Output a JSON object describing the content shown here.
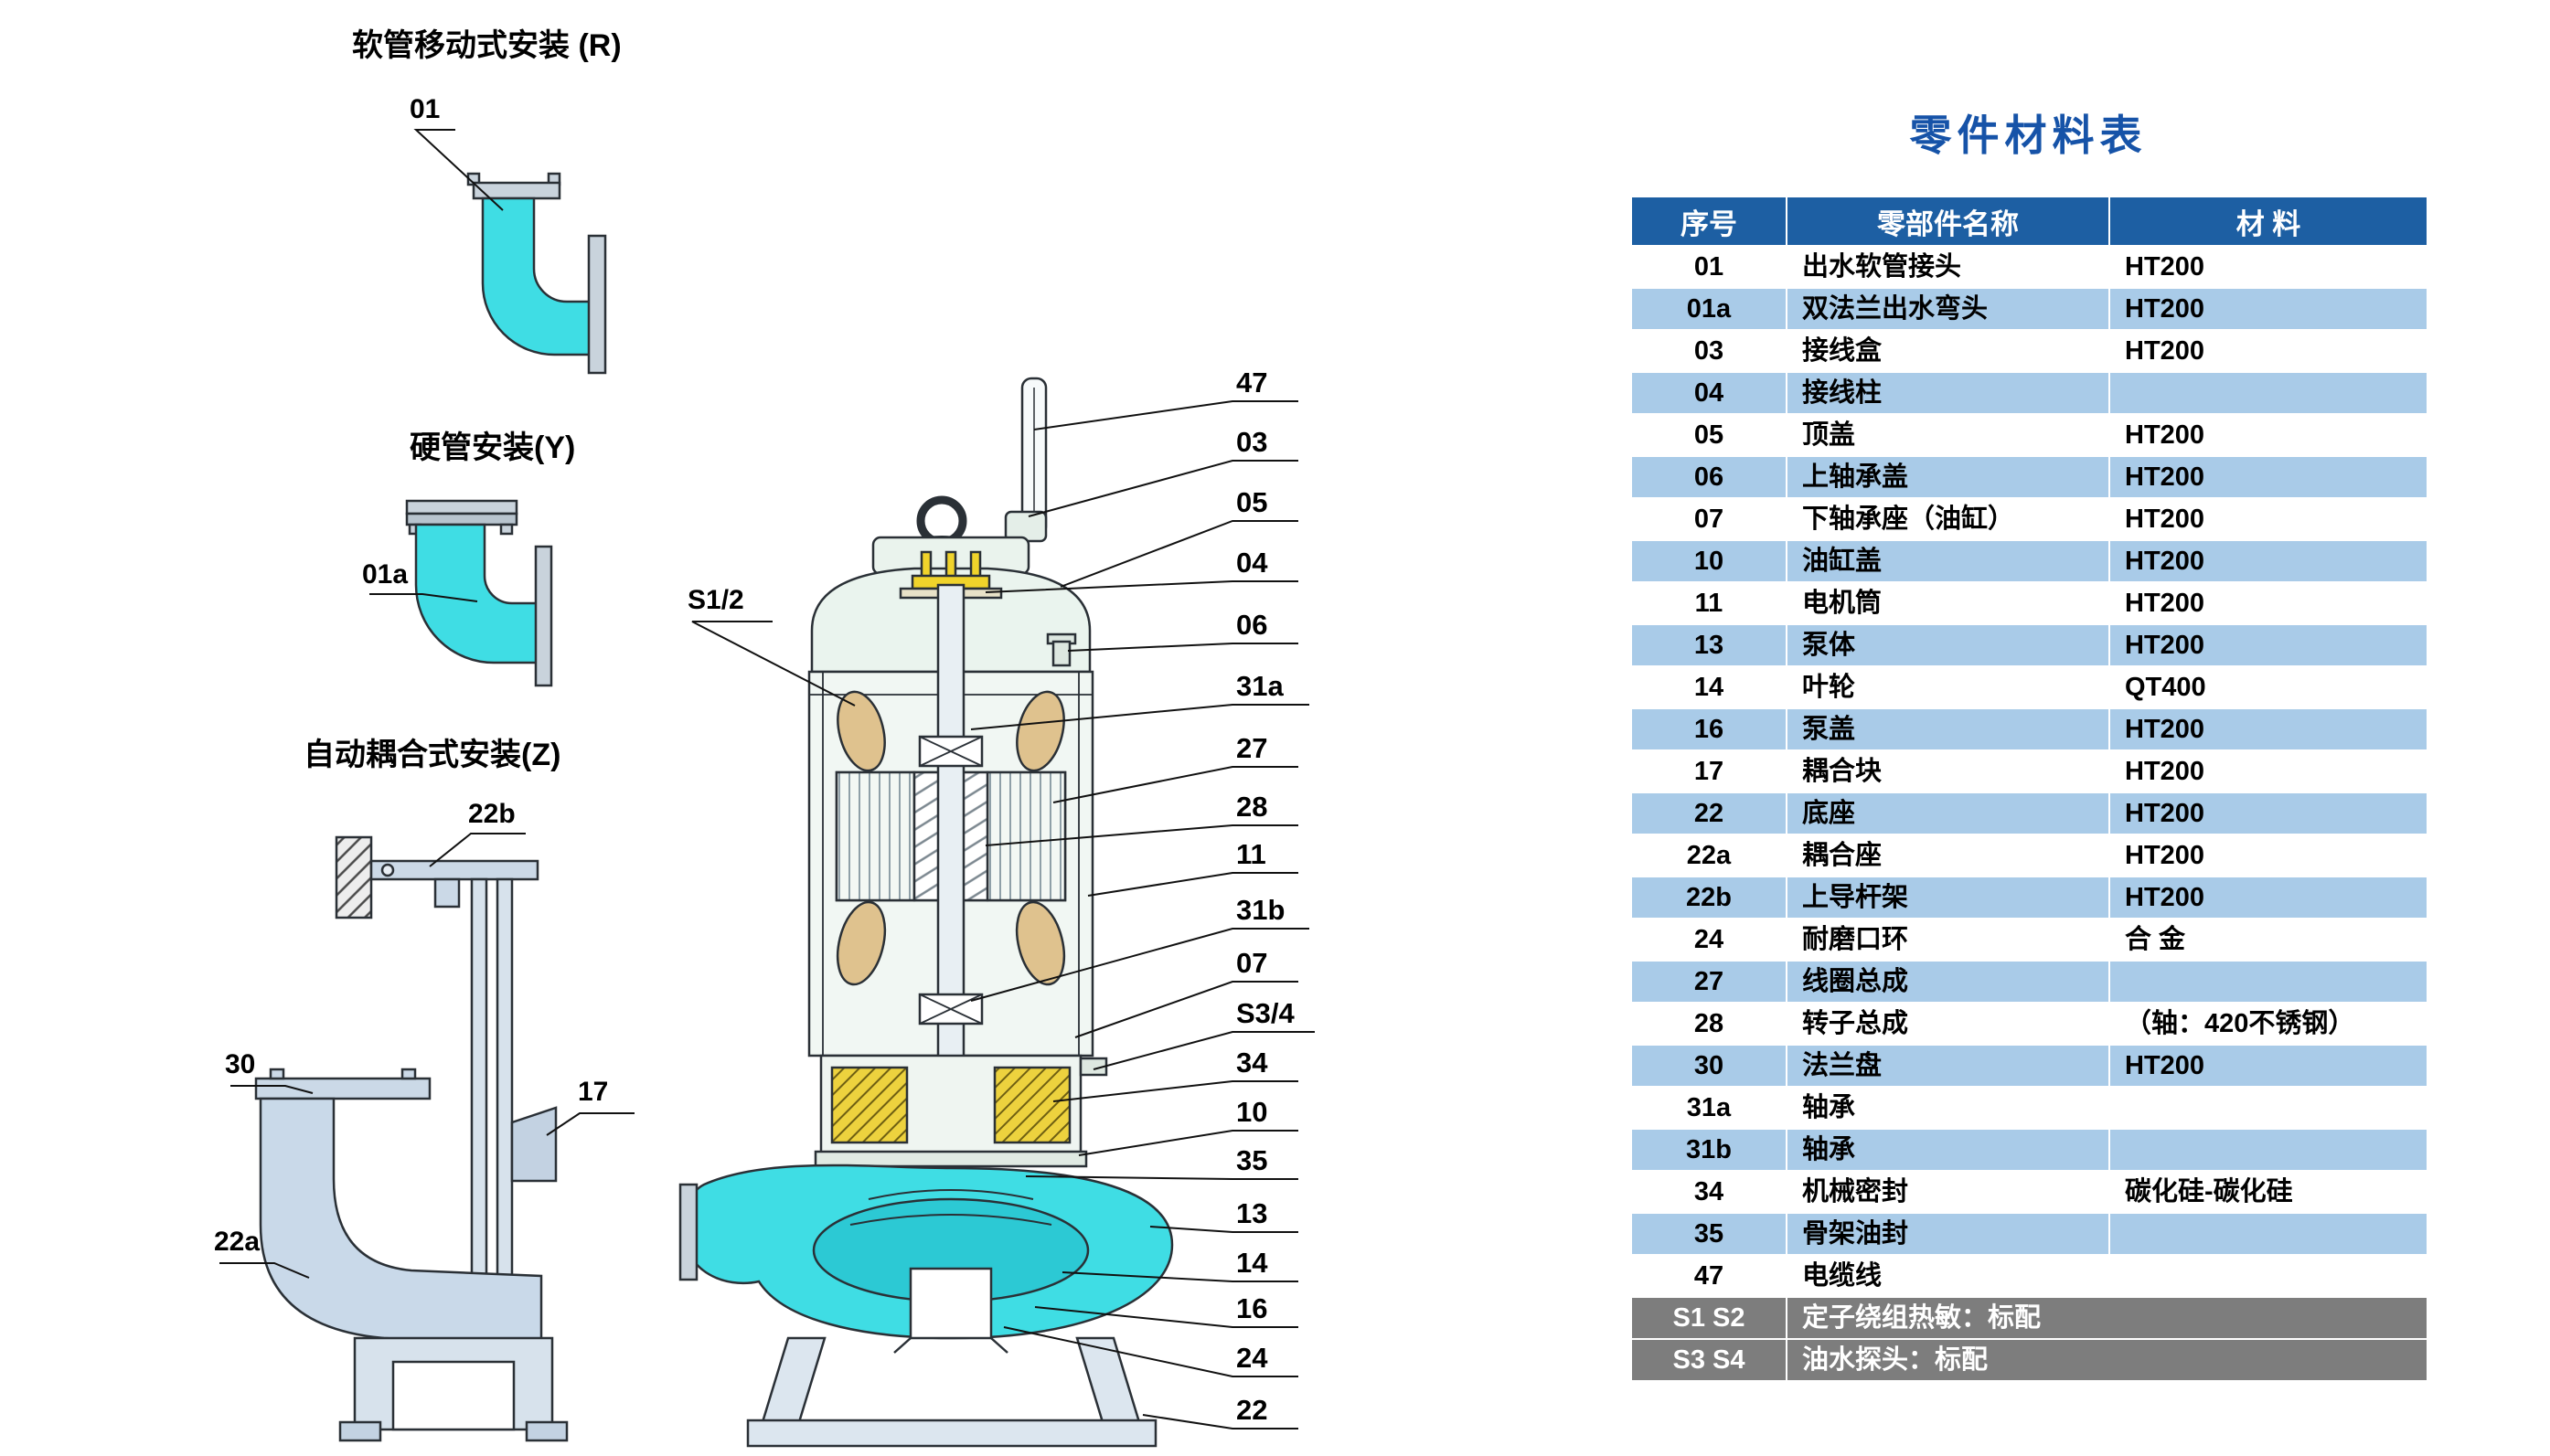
{
  "installations": {
    "hose": {
      "title": "软管移动式安装 (R)",
      "callout": "01"
    },
    "hard_pipe": {
      "title": "硬管安装(Y)",
      "callout": "01a"
    },
    "coupling": {
      "title": "自动耦合式安装(Z)",
      "labels": [
        "22b",
        "30",
        "17",
        "22a"
      ]
    }
  },
  "pump_section": {
    "left_label": "S1/2",
    "callouts": [
      "47",
      "03",
      "05",
      "04",
      "06",
      "31a",
      "27",
      "28",
      "11",
      "31b",
      "07",
      "S3/4",
      "34",
      "10",
      "35",
      "13",
      "14",
      "16",
      "24",
      "22"
    ]
  },
  "table": {
    "title": "零件材料表",
    "headers": [
      "序号",
      "零部件名称",
      "材 料"
    ],
    "rows": [
      [
        "01",
        "出水软管接头",
        "HT200"
      ],
      [
        "01a",
        "双法兰出水弯头",
        "HT200"
      ],
      [
        "03",
        "接线盒",
        "HT200"
      ],
      [
        "04",
        "接线柱",
        ""
      ],
      [
        "05",
        "顶盖",
        "HT200"
      ],
      [
        "06",
        "上轴承盖",
        "HT200"
      ],
      [
        "07",
        "下轴承座（油缸）",
        "HT200"
      ],
      [
        "10",
        "油缸盖",
        "HT200"
      ],
      [
        "11",
        "电机筒",
        "HT200"
      ],
      [
        "13",
        "泵体",
        "HT200"
      ],
      [
        "14",
        "叶轮",
        "QT400"
      ],
      [
        "16",
        "泵盖",
        "HT200"
      ],
      [
        "17",
        "耦合块",
        "HT200"
      ],
      [
        "22",
        "底座",
        "HT200"
      ],
      [
        "22a",
        "耦合座",
        "HT200"
      ],
      [
        "22b",
        "上导杆架",
        "HT200"
      ],
      [
        "24",
        "耐磨口环",
        "合 金"
      ],
      [
        "27",
        "线圈总成",
        ""
      ],
      [
        "28",
        "转子总成",
        "（轴：420不锈钢）"
      ],
      [
        "30",
        "法兰盘",
        "HT200"
      ],
      [
        "31a",
        "轴承",
        ""
      ],
      [
        "31b",
        "轴承",
        ""
      ],
      [
        "34",
        "机械密封",
        "碳化硅-碳化硅"
      ],
      [
        "35",
        "骨架油封",
        ""
      ],
      [
        "47",
        "电缆线",
        ""
      ]
    ],
    "footer_rows": [
      [
        "S1 S2",
        "定子绕组热敏：标配"
      ],
      [
        "S3 S4",
        "油水探头：标配"
      ]
    ]
  },
  "colors": {
    "table_header_bg": "#1D5FA3",
    "table_alt_row_bg": "#A9CBE8",
    "table_footer_bg": "#7D7D7D",
    "title_blue": "#1653A8",
    "pipe_cyan": "#3FDDE4",
    "coil_tan": "#DFC28E",
    "terminal_yellow": "#F0D32B"
  }
}
